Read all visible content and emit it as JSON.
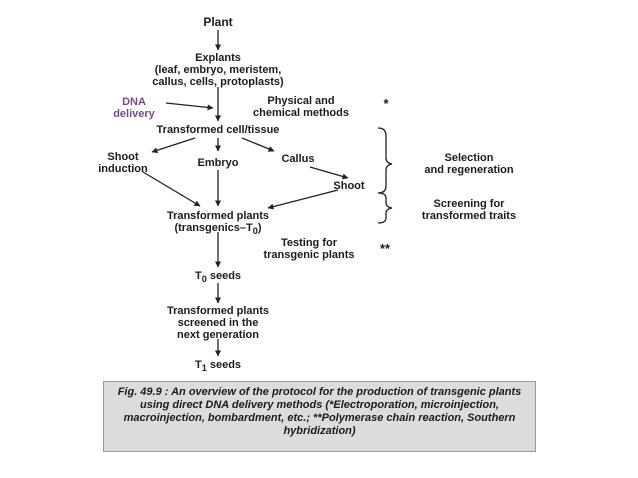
{
  "nodes": {
    "plant": "Plant",
    "explants_title": "Explants",
    "explants_line1": "(leaf, embryo, meristem,",
    "explants_line2": "callus, cells, protoplasts)",
    "dna_line1": "DNA",
    "dna_line2": "delivery",
    "physical_line1": "Physical and",
    "physical_line2": "chemical methods",
    "physical_star": "*",
    "transformed_cell": "Transformed cell/tissue",
    "shoot_induction_line1": "Shoot",
    "shoot_induction_line2": "induction",
    "embryo": "Embryo",
    "callus": "Callus",
    "shoot": "Shoot",
    "selection_line1": "Selection",
    "selection_line2": "and regeneration",
    "screening_line1": "Screening for",
    "screening_line2": "transformed traits",
    "transformed_plants_line1": "Transformed plants",
    "transformed_plants_line2": "(transgenics–T",
    "transformed_plants_sub": "0",
    "transformed_plants_close": ")",
    "testing_line1": "Testing for",
    "testing_line2": "transgenic plants",
    "testing_star": "**",
    "t0_prefix": "T",
    "t0_sub": "0",
    "t0_suffix": " seeds",
    "screened_line1": "Transformed plants",
    "screened_line2": "screened in the",
    "screened_line3": "next generation",
    "t1_prefix": "T",
    "t1_sub": "1",
    "t1_suffix": " seeds"
  },
  "caption": {
    "label": "Fig. 49.9 :",
    "text": " An overview of the protocol for the production of transgenic plants using direct DNA delivery methods (*Electroporation, microinjection, macroinjection, bombardment, etc.; **Polymerase chain reaction, Southern hybridization)"
  },
  "colors": {
    "text": "#1c1c1c",
    "dna_label": "#7a4a8a",
    "caption_bg": "#dcdcdc"
  }
}
